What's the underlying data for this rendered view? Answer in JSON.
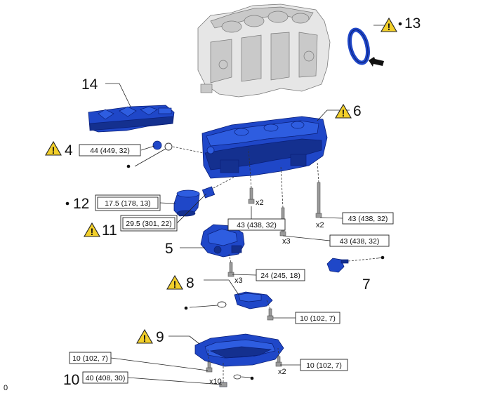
{
  "figure": {
    "corner_label": "0",
    "callouts": [
      {
        "id": "c4",
        "number": "4"
      },
      {
        "id": "c5",
        "number": "5"
      },
      {
        "id": "c6",
        "number": "6"
      },
      {
        "id": "c7",
        "number": "7"
      },
      {
        "id": "c8",
        "number": "8"
      },
      {
        "id": "c9",
        "number": "9"
      },
      {
        "id": "c10",
        "number": "10"
      },
      {
        "id": "c11",
        "number": "11"
      },
      {
        "id": "c12",
        "number": "12"
      },
      {
        "id": "c13",
        "number": "13"
      },
      {
        "id": "c14",
        "number": "14"
      }
    ],
    "torque_specs": [
      {
        "id": "t1",
        "text": "44 (449, 32)"
      },
      {
        "id": "t2",
        "text": "17.5 (178, 13)"
      },
      {
        "id": "t3",
        "text": "29.5 (301, 22)"
      },
      {
        "id": "t4",
        "text": "43 (438, 32)"
      },
      {
        "id": "t5",
        "text": "43 (438, 32)"
      },
      {
        "id": "t6",
        "text": "43 (438, 32)"
      },
      {
        "id": "t7",
        "text": "24 (245, 18)"
      },
      {
        "id": "t8",
        "text": "10 (102, 7)"
      },
      {
        "id": "t9",
        "text": "10 (102, 7)"
      },
      {
        "id": "t10",
        "text": "10 (102, 7)"
      },
      {
        "id": "t11",
        "text": "40 (408, 30)"
      }
    ],
    "quantities": [
      {
        "id": "q1",
        "text": "x2"
      },
      {
        "id": "q2",
        "text": "x3"
      },
      {
        "id": "q3",
        "text": "x2"
      },
      {
        "id": "q4",
        "text": "x3"
      },
      {
        "id": "q5",
        "text": "x10"
      },
      {
        "id": "q6",
        "text": "x2"
      }
    ],
    "warning_symbol": "!",
    "colors": {
      "part_blue": "#1f47c8",
      "block_grey": "#e6e6e6",
      "warning_yellow": "#f2cf2a"
    }
  }
}
